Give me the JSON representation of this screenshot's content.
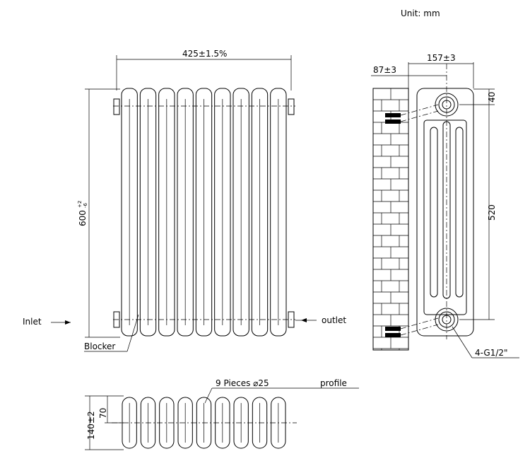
{
  "unit_label": "Unit: mm",
  "front_view": {
    "width_dim": "425±1.5%",
    "height_dim": "600",
    "height_tol_plus": "+2",
    "height_tol_minus": "-6",
    "inlet": "Inlet",
    "outlet": "outlet",
    "blocker": "Blocker",
    "columns": 9
  },
  "side_view": {
    "depth_dim": "157±3",
    "wall_dim": "87±3",
    "top_dim": "40",
    "center_dim": "520",
    "connection": "4-G1/2\""
  },
  "bottom_view": {
    "pieces": "9 Pieces ⌀25",
    "profile": "profile",
    "depth_dim": "140±2",
    "half_dim": "70"
  }
}
